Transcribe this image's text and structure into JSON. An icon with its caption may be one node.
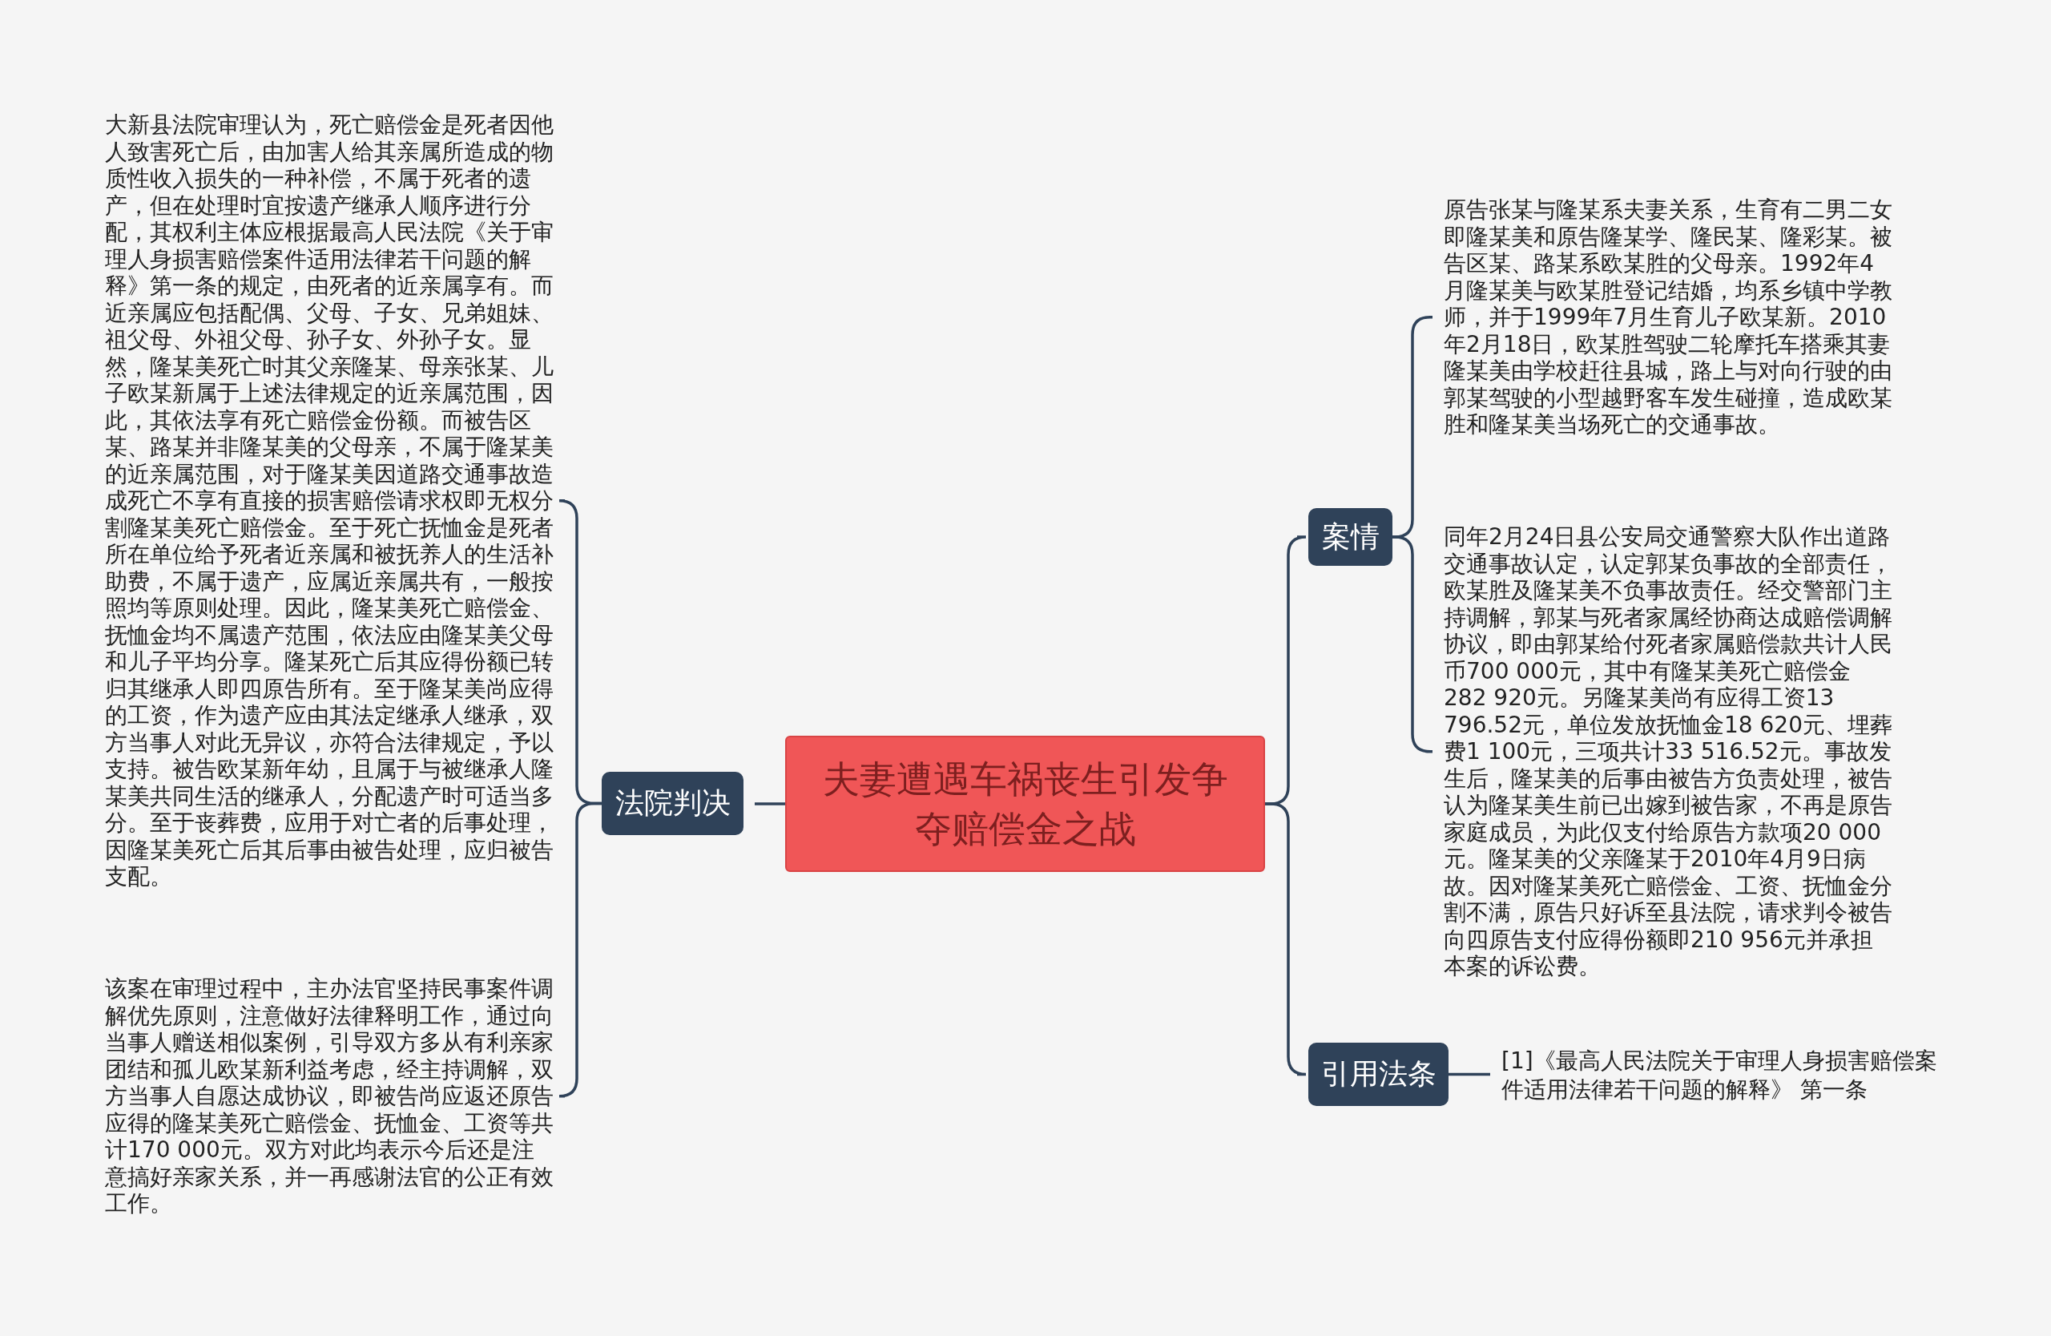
{
  "diagram": {
    "nodes": [
      {
        "text": [
          "夫妻遭遇车祸丧生引发争夺赔偿金之战"
        ]
      },
      {
        "text": [
          "法院判决"
        ]
      },
      {
        "text": [
          "大新县法院审理认为，死亡赔偿金是死者因他人致害死亡后，由加害人给其亲属所造成的物质性收入损失的一种补偿，不属于死者的遗产，但在处理时宜按遗产继承人顺序进行分配，其权利主体应根据最高人民法院《关于审理人身损害赔偿案件适用法律若干问题的解释》第一条的规定，由死者的近亲属享有。而近亲属应包括配偶、父母、子女、兄弟姐妹、祖父母、外祖父母、孙子女、外孙子女。显然，隆某美死亡时其父亲隆某、母亲张某、儿子欧某新属于上述法律规定的近亲属范围，因此，其依法享有死亡赔偿金份额。而被告区某、路某并非隆某美的父母亲，不属于隆某美的近亲属范围，对于隆某美因道路交通事故造成死亡不享有直接的损害赔偿请求权即无权分割隆某美死亡赔偿金。至于死亡抚恤金是死者所在单位给予死者近亲属和被抚养人的生活补助费，不属于遗产，应属近亲属共有，一般按照均等原则处理。因此，隆某美死亡赔偿金、抚恤金均不属遗产范围，依法应由隆某美父母和儿子平均分享。隆某死亡后其应得份额已转归其继承人即四原告所有。至于隆某美尚应得的工资，作为遗产应由其法定继承人继承，双方当事人对此无异议，亦符合法律规定，予以支持。被告欧某新年幼，且属于与被继承人隆某美共同生活的继承人，分配遗产时可适当多分。至于丧葬费，应用于对亡者的后事处理，因隆某美死亡后其后事由被告处理，应归被告支配。"
        ]
      },
      {
        "text": [
          "该案在审理过程中，主办法官坚持民事案件调解优先原则，注意做好法律释明工作，通过向当事人赠送相似案例，引导双方多从有利亲家团结和孤儿欧某新利益考虑，经主持调解，双方当事人自愿达成协议，即被告尚应返还原告应得的隆某美死亡赔偿金、抚恤金、工资等共计170 000元。双方对此均表示今后还是注意搞好亲家关系，并一再感谢法官的公正有效工作。"
        ]
      },
      {
        "text": [
          "案情"
        ]
      },
      {
        "text": [
          "原告张某与隆某系夫妻关系，生育有二男二女即隆某美和原告隆某学、隆民某、隆彩某。被告区某、路某系欧某胜的父母亲。1992年4月隆某美与欧某胜登记结婚，均系乡镇中学教师，并于1999年7月生育儿子欧某新。2010年2月18日，欧某胜驾驶二轮摩托车搭乘其妻隆某美由学校赶往县城，路上与对向行驶的由郭某驾驶的小型越野客车发生碰撞，造成欧某胜和隆某美当场死亡的交通事故。"
        ]
      },
      {
        "text": [
          "同年2月24日县公安局交通警察大队作出道路交通事故认定，认定郭某负事故的全部责任，欧某胜及隆某美不负事故责任。经交警部门主持调解，郭某与死者家属经协商达成赔偿调解协议，即由郭某给付死者家属赔偿款共计人民币700 000元，其中有隆某美死亡赔偿金282 920元。另隆某美尚有应得工资13 796.52元，单位发放抚恤金18 620元、埋葬费1 100元，三项共计33 516.52元。事故发生后，隆某美的后事由被告方负责处理，被告认为隆某美生前已出嫁到被告家，不再是原告家庭成员，为此仅支付给原告方款项20 000元。隆某美的父亲隆某于2010年4月9日病故。因对隆某美死亡赔偿金、工资、抚恤金分割不满，原告只好诉至县法院，请求判令被告向四原告支付应得份额即210 956元并承担本案的诉讼费。"
        ]
      },
      {
        "text": [
          "引用法条"
        ]
      },
      {
        "text": [
          "[1]《最高人民法院关于审理人身损害赔偿案件适用法律若干问题的解释》 第一条"
        ]
      }
    ],
    "edges": [
      {
        "from": 0,
        "to": 1,
        "arrow": "none"
      },
      {
        "from": 1,
        "to": 2,
        "arrow": "none"
      },
      {
        "from": 1,
        "to": 3,
        "arrow": "none"
      },
      {
        "from": 0,
        "to": 4,
        "arrow": "none"
      },
      {
        "from": 4,
        "to": 5,
        "arrow": "none"
      },
      {
        "from": 4,
        "to": 6,
        "arrow": "none"
      },
      {
        "from": 0,
        "to": 7,
        "arrow": "none"
      },
      {
        "from": 7,
        "to": 8,
        "arrow": "none"
      }
    ]
  }
}
